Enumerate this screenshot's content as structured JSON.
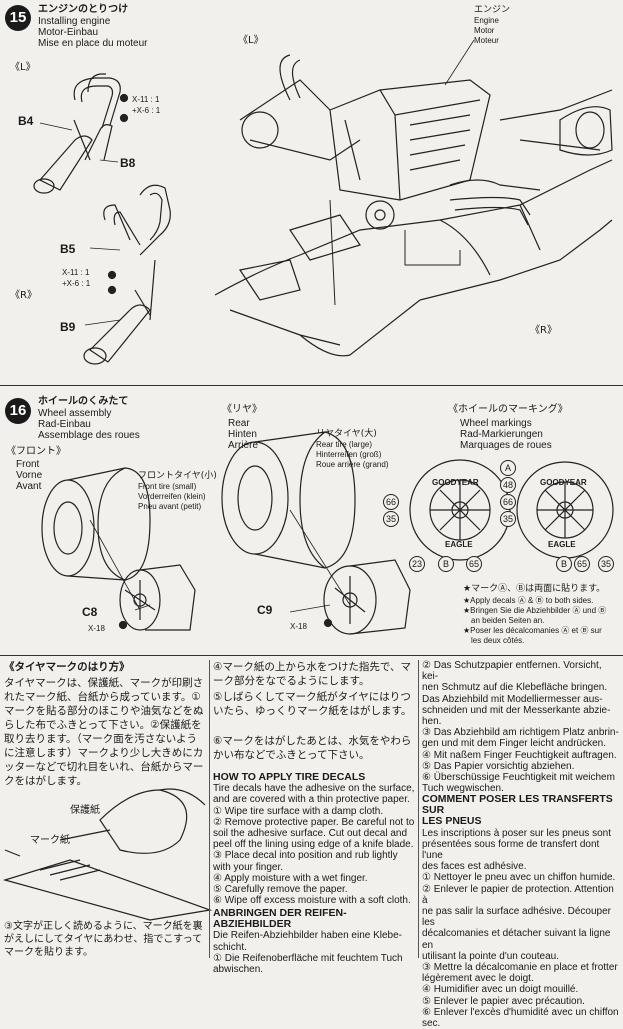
{
  "step15": {
    "num": "15",
    "title_jp": "エンジンのとりつけ",
    "title_en": "Installing engine",
    "title_de": "Motor-Einbau",
    "title_fr": "Mise en place du moteur",
    "label_L_left": "《L》",
    "label_R_left": "《R》",
    "label_L_main": "《L》",
    "label_R_main": "《R》",
    "part_B4": "B4",
    "part_B8": "B8",
    "part_B5": "B5",
    "part_B9": "B9",
    "screw_upper_1": "X-11 : 1",
    "screw_upper_2": "+X-6 : 1",
    "screw_lower_1": "X-11 : 1",
    "screw_lower_2": "+X-6 : 1",
    "engine_jp": "エンジン",
    "engine_en": "Engine",
    "engine_de": "Motor",
    "engine_fr": "Moteur"
  },
  "step16": {
    "num": "16",
    "title_jp": "ホイールのくみたて",
    "title_en": "Wheel assembly",
    "title_de": "Rad-Einbau",
    "title_fr": "Assemblage des roues",
    "front_jp": "《フロント》",
    "front_en": "Front",
    "front_de": "Vorne",
    "front_fr": "Avant",
    "front_tire_jp": "フロントタイヤ(小)",
    "front_tire_en": "Front tire (small)",
    "front_tire_de": "Vorderreifen (klein)",
    "front_tire_fr": "Pneu avant (petit)",
    "rear_jp": "《リヤ》",
    "rear_en": "Rear",
    "rear_de": "Hinten",
    "rear_fr": "Arrière",
    "rear_tire_jp": "リヤタイヤ(大)",
    "rear_tire_en": "Rear tire (large)",
    "rear_tire_de": "Hinterreifen (groß)",
    "rear_tire_fr": "Roue arrière (grand)",
    "part_C8": "C8",
    "part_C9": "C9",
    "screw_front": "X-18",
    "screw_rear": "X-18",
    "markings_jp": "《ホイールのマーキング》",
    "markings_en": "Wheel markings",
    "markings_de": "Rad-Markierungen",
    "markings_fr": "Marquages de roues",
    "brand": "GOODYEAR",
    "brand_eagle": "EAGLE",
    "decals": [
      "A",
      "48",
      "66",
      "35",
      "23",
      "B",
      "65",
      "66",
      "35",
      "B",
      "65",
      "35"
    ],
    "note_jp": "★マークⒶ、Ⓑは両面に貼ります。",
    "note_en_1": "★Apply decals Ⓐ & Ⓑ to both sides.",
    "note_de_1": "★Bringen Sie die Abziehbilder Ⓐ und Ⓑ",
    "note_de_2": "an beiden Seiten an.",
    "note_fr_1": "★Poser les décalcomanies Ⓐ et Ⓑ sur",
    "note_fr_2": "les deux côtés."
  },
  "decal_jp": {
    "heading": "《タイヤマークのはり方》",
    "para": "タイヤマークは、保護紙、マークが印刷されたマーク紙、台紙から成っています。①マークを貼る部分のほこりや油気などをぬらした布でふきとって下さい。②保護紙を取り去ります。（マーク面を汚さないように注意します）マークより少し大きめにカッターなどで切れ目をいれ、台紙からマークをはがします。",
    "fig_label_1": "保護紙",
    "fig_label_2": "マーク紙",
    "step3": "③文字が正しく読めるように、マーク紙を裏がえしにしてタイヤにあわせ、指でこすってマークを貼ります。",
    "step4": "④マーク紙の上から水をつけた指先で、マーク部分をなでるようにします。",
    "step5": "⑤しばらくしてマーク紙がタイヤにはりついたら、ゆっくりマーク紙をはがします。",
    "step6": "⑥マークをはがしたあとは、水気をやわらかい布などでふきとって下さい。"
  },
  "decal_en": {
    "heading": "HOW TO APPLY TIRE DECALS",
    "lines": [
      "Tire decals have the adhesive on the surface,",
      "and are covered with a thin protective paper.",
      "① Wipe tire surface with a damp cloth.",
      "② Remove protective paper. Be careful not to",
      "soil the adhesive surface. Cut out decal and",
      "peel off the lining using edge of a knife blade.",
      "③ Place decal into position and rub lightly",
      "with your finger.",
      "④ Apply moisture with a wet finger.",
      "⑤ Carefully remove the paper.",
      "⑥ Wipe off excess moisture with a soft cloth."
    ]
  },
  "decal_de": {
    "heading": "ANBRINGEN DER REIFEN-ABZIEHBILDER",
    "lines": [
      "Die Reifen-Abziehbilder haben eine Klebe-",
      "schicht.",
      "① Die Reifenoberfläche mit feuchtem Tuch",
      "abwischen."
    ],
    "lines_cont": [
      "② Das Schutzpapier entfernen. Vorsicht, kei-",
      "nen Schmutz auf die Klebefläche bringen.",
      "Das Abziehbild mit Modelliermesser aus-",
      "schneiden und mit der Messerkante abzie-",
      "hen.",
      "③ Das Abziehbild am richtigem Platz anbrin-",
      "gen und mit dem Finger leicht andrücken.",
      "④ Mit naßem Finger Feuchtigkeit auftragen.",
      "⑤ Das Papier vorsichtig abziehen.",
      "⑥ Überschüssige Feuchtigkeit mit weichem",
      "Tuch wegwischen."
    ]
  },
  "decal_fr": {
    "heading_1": "COMMENT POSER LES TRANSFERTS SUR",
    "heading_2": "LES PNEUS",
    "lines": [
      "Les inscriptions à poser sur les pneus sont",
      "présentées sous forme de transfert dont l'une",
      "des faces est adhésive.",
      "① Nettoyer le pneu avec un chiffon humide.",
      "② Enlever le papier de protection. Attention à",
      "ne pas salir la surface adhésive. Découper les",
      "décalcomanies et détacher suivant la ligne en",
      "utilisant la pointe d'un couteau.",
      "③ Mettre la décalcomanie en place et frotter",
      "légèrement avec le doigt.",
      "④ Humidifier avec un doigt mouillé.",
      "⑤ Enlever le papier avec précaution.",
      "⑥ Enlever l'excès d'humidité avec un chiffon",
      "sec."
    ]
  }
}
